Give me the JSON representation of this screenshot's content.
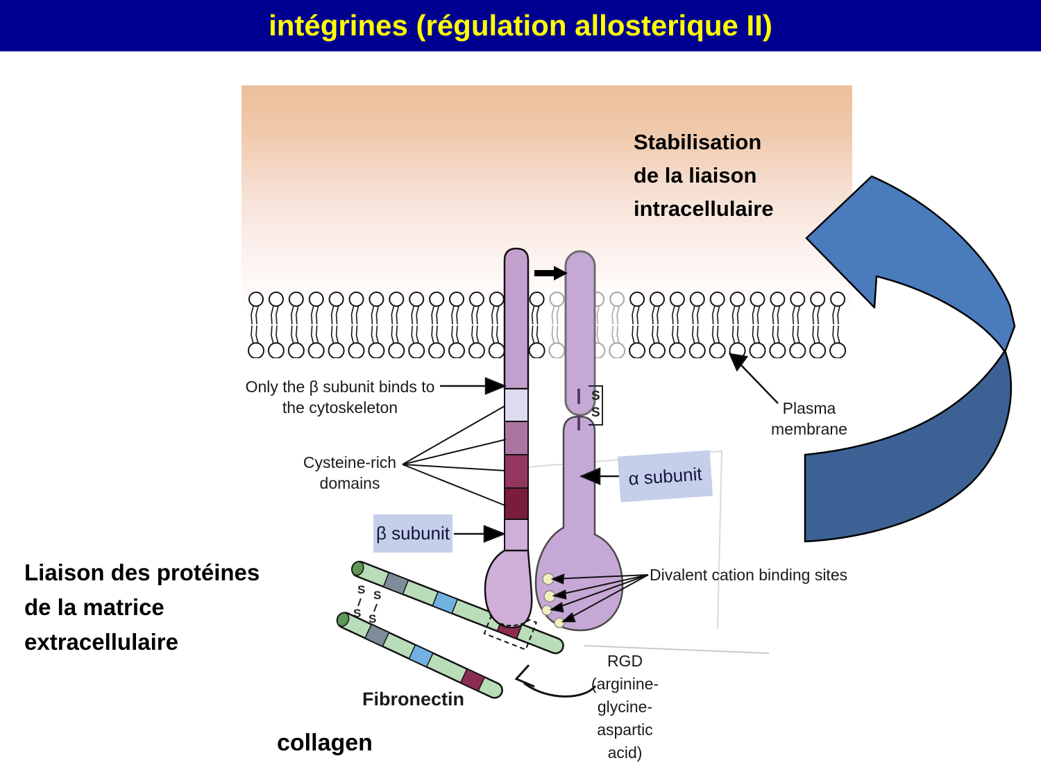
{
  "header": {
    "title": "intégrines (régulation allosterique II)"
  },
  "annotations": {
    "stabilisation": "Stabilisation\nde la liaison\nintracellulaire",
    "liaison": "Liaison des protéines\nde la matrice\nextracellulaire",
    "collagen": "collagen"
  },
  "figure": {
    "only_beta": "Only the β subunit binds to\nthe cytoskeleton",
    "cysteine": "Cysteine-rich\ndomains",
    "beta_subunit": "β subunit",
    "alpha_subunit": "α subunit",
    "plasma_membrane": "Plasma\nmembrane",
    "divalent": "Divalent cation binding sites",
    "rgd": "RGD\n(arginine-\nglycine-\naspartic\nacid)",
    "fibronectin": "Fibronectin",
    "s_letter": "S"
  },
  "palette": {
    "header_bg": "#000090",
    "title_color": "#FFFF00",
    "arrow_blue_light": "#4A7BBD",
    "arrow_blue_dark": "#3C6295",
    "beta_rod_purple": "#C4A0CF",
    "beta_pale_segment": "#E0DAF1",
    "beta_mauve_segment": "#AC74A0",
    "beta_rose_segment": "#94375E",
    "beta_maroon_segment": "#7C1C3C",
    "beta_bulb_purple": "#CFAED8",
    "alpha_purple": "#C6A8D6",
    "label_box_blue": "#C5CFEA",
    "rod_green": "#B9DCB9",
    "rod_cap_green": "#5F9757",
    "segment_grey": "#7E8B99",
    "segment_blue": "#72B0E2",
    "segment_maroon": "#8C2C50",
    "cation_site_yellow": "#F2EFC2"
  }
}
